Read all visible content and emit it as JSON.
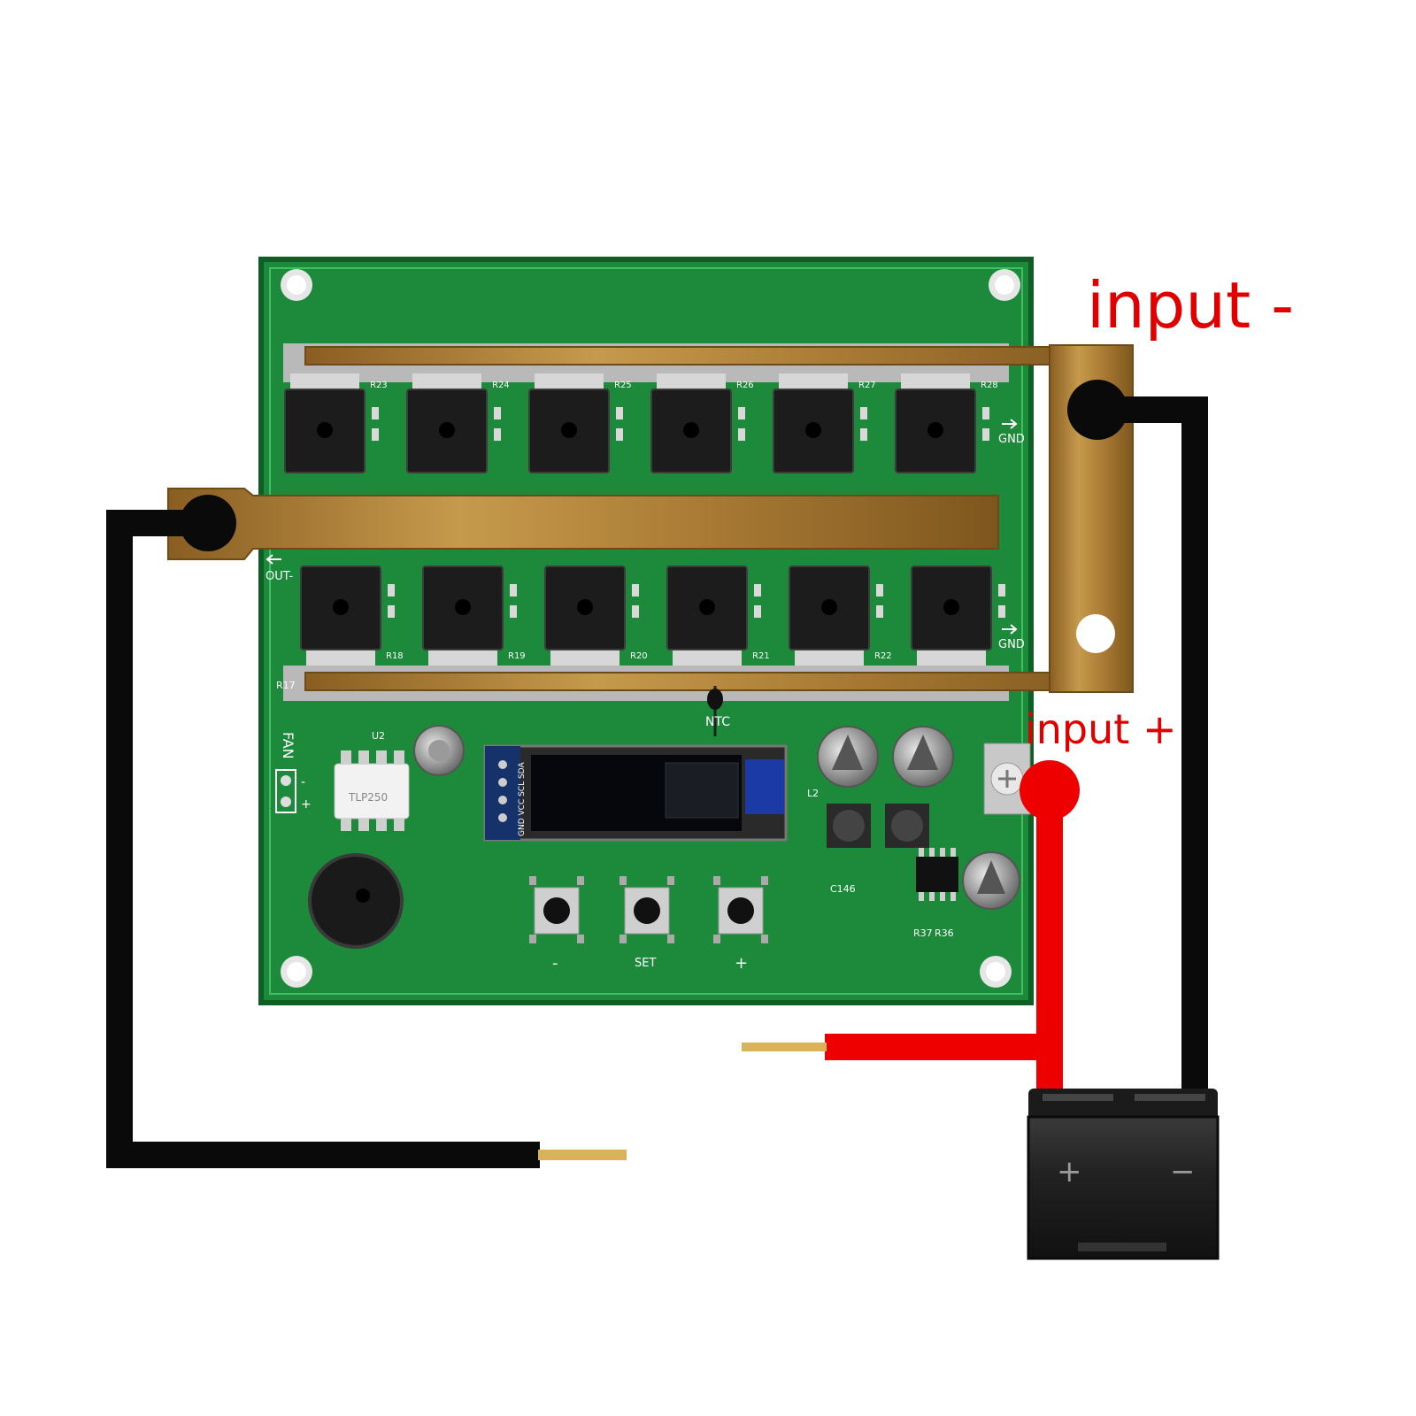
{
  "annotations": {
    "input_negative": "input -",
    "input_positive": "input +"
  },
  "board": {
    "silkscreen": {
      "gnd_top": "GND",
      "gnd_bottom": "GND",
      "out_negative": "OUT-",
      "fan": "FAN",
      "fan_minus": "-",
      "fan_plus": "+",
      "ntc": "NTC",
      "button_minus": "-",
      "button_set": "SET",
      "button_plus": "+",
      "oled_pins": "GND VCC SCL SDA",
      "optocoupler": "TLP250",
      "resistors_top": [
        "R23",
        "R24",
        "R25",
        "R26",
        "R27",
        "R28"
      ],
      "resistors_bottom": [
        "R18",
        "R19",
        "R20",
        "R21",
        "R22"
      ],
      "misc": [
        "R17",
        "R37",
        "R36",
        "C146",
        "U2",
        "L2"
      ]
    }
  },
  "battery": {
    "plus": "+",
    "minus": "−"
  },
  "colors": {
    "pcb": "#1c8a3a",
    "pcb_edge": "#0f5e26",
    "copper": "#b58a3a",
    "wire_positive": "#ee0000",
    "wire_negative": "#0a0a0a",
    "label": "#e00000"
  }
}
